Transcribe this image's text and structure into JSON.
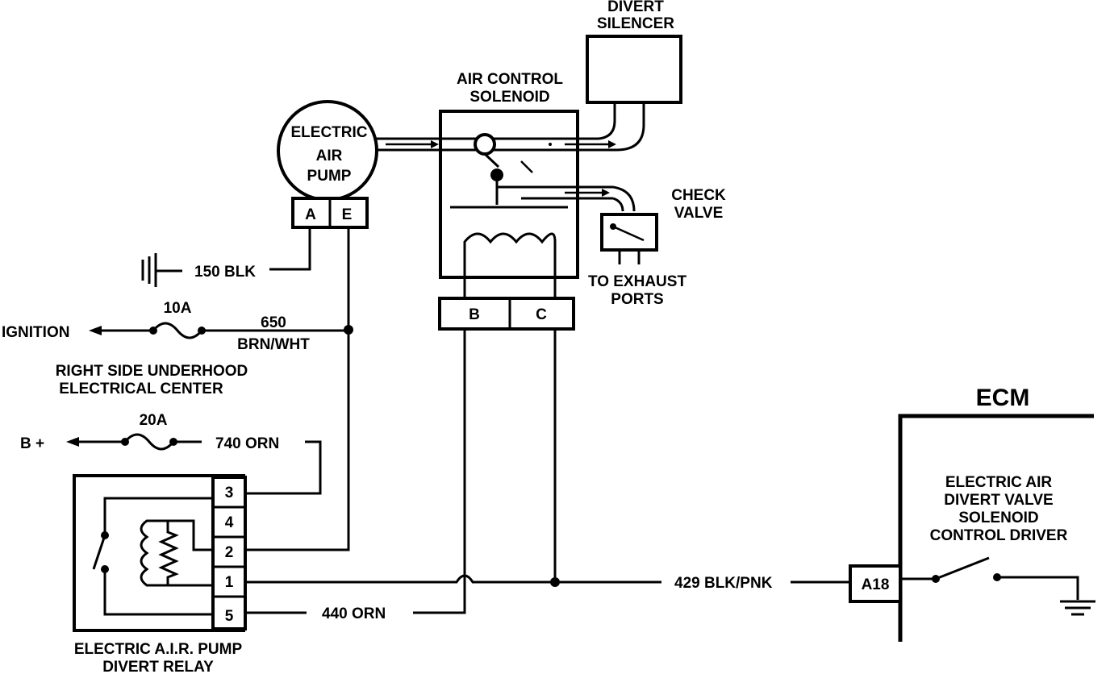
{
  "divert_silencer": {
    "line1": "DIVERT",
    "line2": "SILENCER"
  },
  "air_control_solenoid": {
    "line1": "AIR CONTROL",
    "line2": "SOLENOID",
    "pin_b": "B",
    "pin_c": "C"
  },
  "electric_air_pump": {
    "line1": "ELECTRIC",
    "line2": "AIR",
    "line3": "PUMP",
    "pin_a": "A",
    "pin_e": "E"
  },
  "check_valve": {
    "line1": "CHECK",
    "line2": "VALVE"
  },
  "exhaust_ports": {
    "line1": "TO EXHAUST",
    "line2": "PORTS"
  },
  "ground_wire": {
    "label": "150 BLK"
  },
  "ignition": {
    "label": "IGNITION",
    "fuse": "10A",
    "wire_num": "650",
    "wire_color": "BRN/WHT"
  },
  "fuse_center": {
    "line1": "RIGHT SIDE UNDERHOOD",
    "line2": "ELECTRICAL CENTER"
  },
  "battery": {
    "label": "B +",
    "fuse": "20A",
    "wire": "740 ORN"
  },
  "relay": {
    "pins": [
      "3",
      "4",
      "2",
      "1",
      "5"
    ],
    "line1": "ELECTRIC  A.I.R. PUMP",
    "line2": "DIVERT RELAY"
  },
  "wire_440": {
    "label": "440 ORN"
  },
  "wire_429": {
    "label": "429 BLK/PNK"
  },
  "ecm": {
    "title": "ECM",
    "pin": "A18",
    "line1": "ELECTRIC AIR",
    "line2": "DIVERT VALVE",
    "line3": "SOLENOID",
    "line4": "CONTROL DRIVER"
  }
}
